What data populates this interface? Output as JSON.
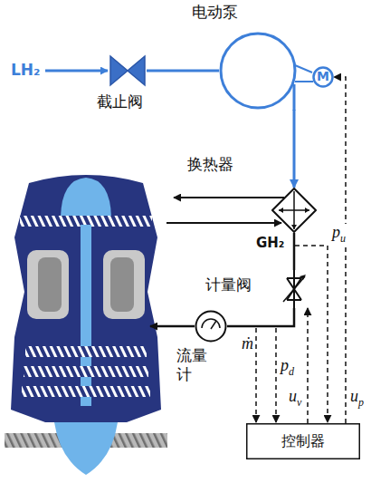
{
  "diagram": {
    "nodes": [
      {
        "text": [
          "电动泵"
        ]
      },
      {
        "text": [
          "M"
        ]
      },
      {
        "text": [
          "截止阀"
        ]
      },
      {
        "text": [
          "换热器"
        ]
      },
      {
        "text": [
          "计量阀"
        ]
      },
      {
        "text": [
          "流量计"
        ]
      },
      {
        "text": [
          "控制器"
        ]
      }
    ],
    "edges": [
      {
        "from": 2,
        "to": 0,
        "arrow": "none"
      },
      {
        "from": 0,
        "to": 3,
        "arrow": "to"
      },
      {
        "from": 3,
        "to": 4,
        "arrow": "none"
      },
      {
        "from": 4,
        "to": 5,
        "arrow": "none"
      },
      {
        "from": 6,
        "to": 4,
        "label": "uv",
        "arrow": "to"
      },
      {
        "from": 6,
        "to": 1,
        "label": "up",
        "arrow": "to"
      }
    ],
    "labels": [
      "LH₂",
      "GH₂",
      "pu",
      "ṁ",
      "pd"
    ]
  }
}
